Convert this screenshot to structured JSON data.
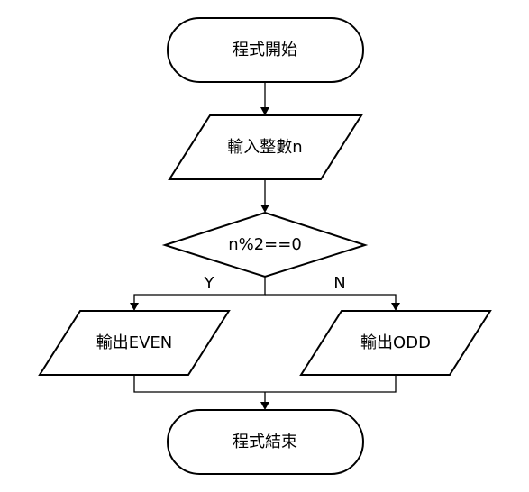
{
  "flowchart": {
    "start": "程式開始",
    "input": "輸入整數n",
    "decision": "n%2==0",
    "yes_label": "Y",
    "no_label": "N",
    "output_even": "輸出EVEN",
    "output_odd": "輸出ODD",
    "end": "程式結束"
  }
}
